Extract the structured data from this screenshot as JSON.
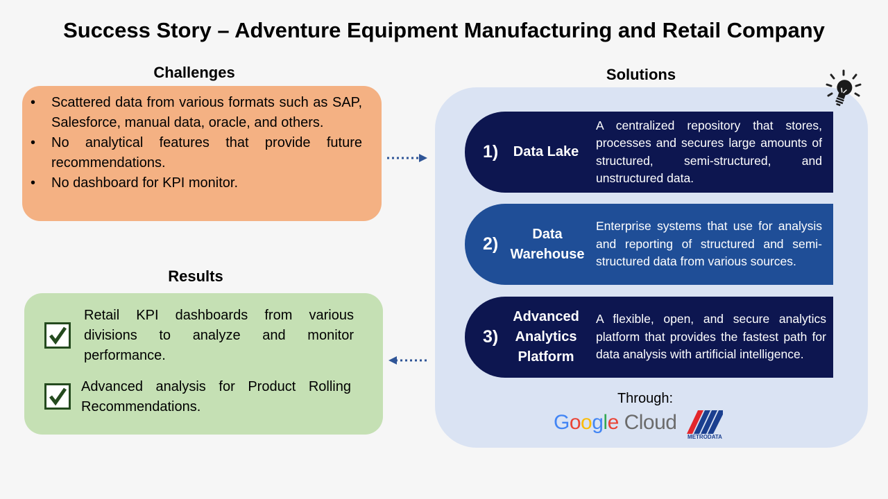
{
  "title": "Success Story – Adventure Equipment Manufacturing and Retail Company",
  "challenges": {
    "heading": "Challenges",
    "items": [
      "Scattered data from various formats such as SAP, Salesforce, manual data, oracle, and others.",
      "No analytical features that provide future recommendations.",
      "No dashboard for KPI monitor."
    ]
  },
  "results": {
    "heading": "Results",
    "items": [
      "Retail KPI dashboards from various divisions to analyze and monitor performance.",
      "Advanced analysis for Product Rolling Recommendations."
    ]
  },
  "solutions": {
    "heading": "Solutions",
    "items": [
      {
        "num": "1)",
        "name": "Data Lake",
        "desc": "A centralized repository that stores, processes and secures large amounts of structured, semi-structured, and unstructured data.",
        "color": "#0d1650"
      },
      {
        "num": "2)",
        "name": "Data Warehouse",
        "desc": "Enterprise systems that use for analysis and reporting of structured and semi-structured data from various sources.",
        "color": "#1f4e97"
      },
      {
        "num": "3)",
        "name": "Advanced Analytics Platform",
        "desc": "A flexible, open, and secure analytics platform that provides the fastest path for data analysis with artificial intelligence.",
        "color": "#0d1650"
      }
    ],
    "through_label": "Through:",
    "google_logo": {
      "g1": "G",
      "o1": "o",
      "o2": "o",
      "g2": "g",
      "l": "l",
      "e": "e",
      "cloud": " Cloud"
    },
    "metrodata_label": "METRODATA"
  },
  "icons": {
    "bullet": "•",
    "checkbox": "checkbox-check-icon",
    "lightbulb": "lightbulb-icon"
  },
  "colors": {
    "challenges_bg": "#f4b183",
    "results_bg": "#c5e0b4",
    "solutions_bg": "#dae3f3",
    "arrow": "#2f5597"
  }
}
